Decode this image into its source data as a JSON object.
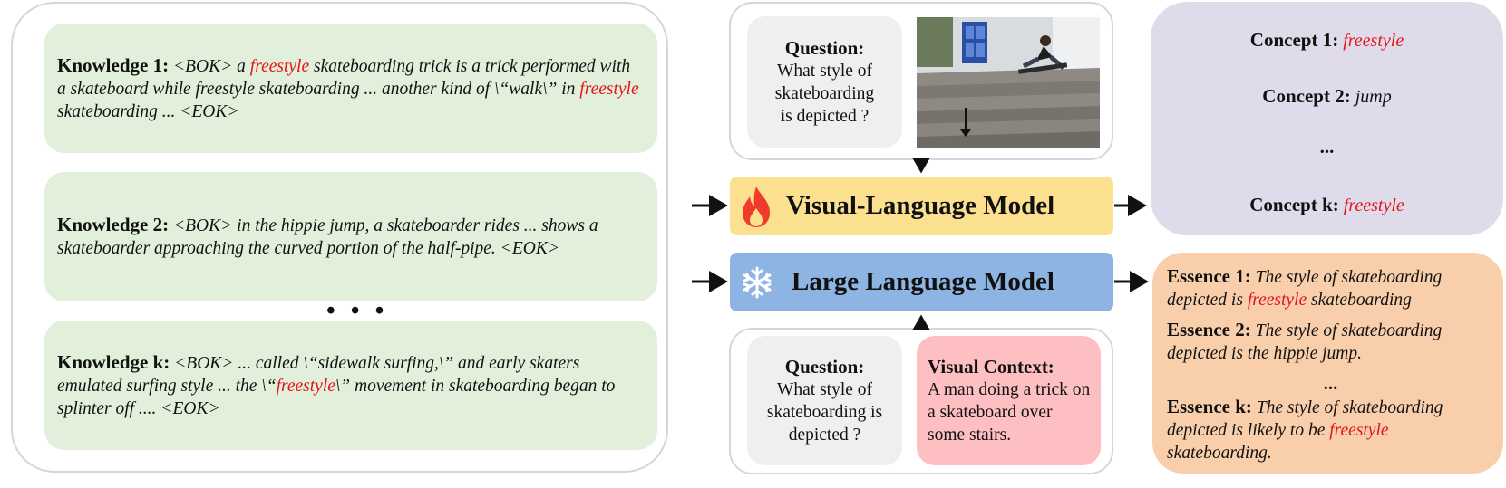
{
  "knowledge": [
    {
      "label": "Knowledge 1:",
      "segments": [
        {
          "text": " <BOK> a ",
          "red": false
        },
        {
          "text": "freestyle",
          "red": true
        },
        {
          "text": " skateboarding trick is a trick performed with a skateboard while freestyle skateboarding ...  another kind of \\“walk\\” in ",
          "red": false
        },
        {
          "text": "freestyle",
          "red": true
        },
        {
          "text": " skateboarding ... <EOK>",
          "red": false
        }
      ]
    },
    {
      "label": "Knowledge 2:",
      "segments": [
        {
          "text": " <BOK> in the hippie jump, a skateboarder rides ...  shows a skateboarder approaching the curved portion of the half-pipe. <EOK>",
          "red": false
        }
      ]
    },
    {
      "label": "Knowledge k:",
      "segments": [
        {
          "text": " <BOK> ... called \\“sidewalk surfing,\\” and early skaters emulated surfing style ... the \\“",
          "red": false
        },
        {
          "text": "freestyle",
          "red": true
        },
        {
          "text": "\\” movement in skateboarding began to splinter off .... <EOK>",
          "red": false
        }
      ]
    }
  ],
  "knowledge_ellipsis": "• • •",
  "top_question": {
    "label": "Question:",
    "text": "What style of skateboarding is depicted ?"
  },
  "bottom_question": {
    "label": "Question:",
    "text": "What style of skateboarding is depicted ?"
  },
  "visual_context": {
    "label": "Visual Context:",
    "text": "A man doing a trick on a skateboard over some stairs."
  },
  "vlm_label": "Visual-Language Model",
  "llm_label": "Large Language Model",
  "concepts": [
    {
      "label": "Concept 1:",
      "value": "freestyle",
      "red": true
    },
    {
      "label": "Concept 2:",
      "value": "jump",
      "red": false
    },
    {
      "label": "Concept k:",
      "value": "freestyle",
      "red": true
    }
  ],
  "concept_ellipsis": "...",
  "essences": [
    {
      "label": "Essence 1:",
      "segments": [
        {
          "text": " The style of skateboarding depicted is ",
          "red": false
        },
        {
          "text": "freestyle",
          "red": true
        },
        {
          "text": " skateboarding",
          "red": false
        }
      ]
    },
    {
      "label": "Essence 2:",
      "segments": [
        {
          "text": " The style of skateboarding depicted is the hippie jump.",
          "red": false
        }
      ]
    },
    {
      "label": "Essence k:",
      "segments": [
        {
          "text": " The style of skateboarding depicted is likely to be ",
          "red": false
        },
        {
          "text": "freestyle",
          "red": true
        },
        {
          "text": " skateboarding.",
          "red": false
        }
      ]
    }
  ],
  "essence_ellipsis": "...",
  "icons": {
    "vlm": "flame-icon",
    "llm": "snowflake-icon"
  },
  "colors": {
    "highlight": "#e4161b",
    "knowledge_bg": "#e2efda",
    "vlm_bg": "#fbe08f",
    "llm_bg": "#8db4e2",
    "concept_bg": "#e0dbeb",
    "essence_bg": "#f8cfaa",
    "context_bg": "#fdbfc1"
  }
}
